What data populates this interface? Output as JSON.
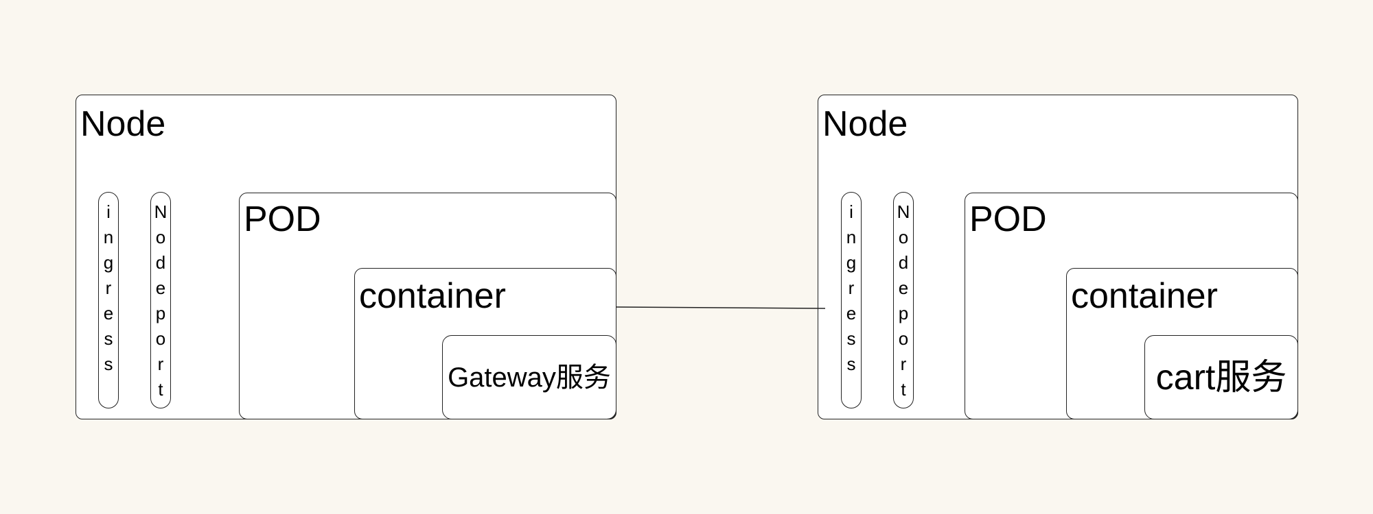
{
  "nodes": [
    {
      "title": "Node",
      "ingress": [
        "i",
        "n",
        "g",
        "r",
        "e",
        "s",
        "s"
      ],
      "nodeport": [
        "N",
        "o",
        "d",
        "e",
        "p",
        "o",
        "r",
        "t"
      ],
      "pod_title": "POD",
      "container_title": "container",
      "service": "Gateway服务"
    },
    {
      "title": "Node",
      "ingress": [
        "i",
        "n",
        "g",
        "r",
        "e",
        "s",
        "s"
      ],
      "nodeport": [
        "N",
        "o",
        "d",
        "e",
        "p",
        "o",
        "r",
        "t"
      ],
      "pod_title": "POD",
      "container_title": "container",
      "service": "cart服务"
    }
  ],
  "colors": {
    "background": "#faf7f0",
    "box_fill": "#ffffff",
    "stroke": "#222222"
  }
}
